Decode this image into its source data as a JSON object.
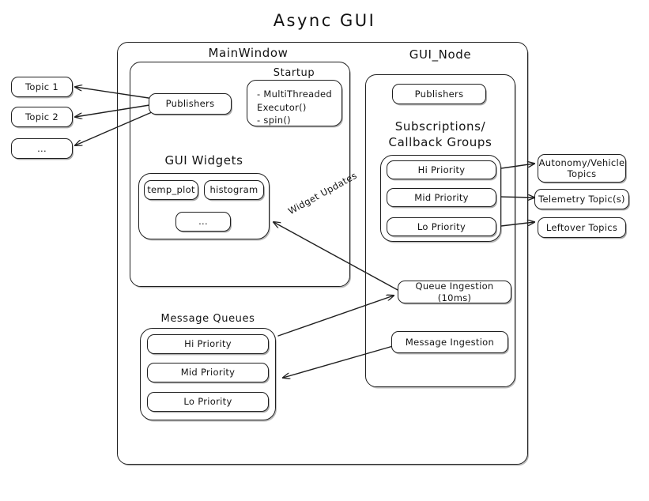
{
  "diagram": {
    "title": "Async  GUI",
    "type": "architecture-block-diagram"
  },
  "left_topics": [
    {
      "label": "Topic 1"
    },
    {
      "label": "Topic 2"
    },
    {
      "label": "..."
    }
  ],
  "right_topics": [
    {
      "label": "Autonomy/Vehicle\nTopics"
    },
    {
      "label": "Telemetry Topic(s)"
    },
    {
      "label": "Leftover Topics"
    }
  ],
  "main_window": {
    "label": "MainWindow",
    "publishers": {
      "label": "Publishers"
    },
    "startup": {
      "label": "Startup",
      "lines": [
        "- MultiThreaded",
        "  Executor()",
        "- spin()"
      ]
    },
    "gui_widgets": {
      "label": "GUI Widgets",
      "widgets": [
        {
          "label": "temp_plot"
        },
        {
          "label": "histogram"
        },
        {
          "label": "..."
        }
      ]
    }
  },
  "gui_node": {
    "label": "GUI_Node",
    "publishers": {
      "label": "Publishers"
    },
    "subscriptions": {
      "label": "Subscriptions/\nCallback Groups",
      "groups": [
        {
          "label": "Hi Priority"
        },
        {
          "label": "Mid Priority"
        },
        {
          "label": "Lo Priority"
        }
      ]
    },
    "queue_ingestion": {
      "label": "Queue Ingestion (10ms)"
    },
    "message_ingestion": {
      "label": "Message Ingestion"
    }
  },
  "message_queues": {
    "label": "Message Queues",
    "queues": [
      {
        "label": "Hi Priority"
      },
      {
        "label": "Mid Priority"
      },
      {
        "label": "Lo Priority"
      }
    ]
  },
  "edges": [
    {
      "label": "Widget Updates",
      "from": "queue-ingestion",
      "to": "gui-widgets"
    }
  ],
  "colors": {
    "stroke": "#1f1f1f",
    "background": "#ffffff",
    "text": "#141414"
  }
}
